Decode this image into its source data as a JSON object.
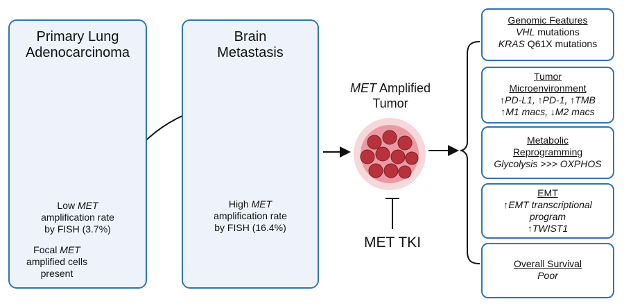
{
  "lung_panel": {
    "title_line1": "Primary Lung",
    "title_line2": "Adenocarcinoma",
    "rate_pre": "Low ",
    "rate_gene": "MET",
    "rate_post": " amplification rate",
    "rate_line3": "by FISH (3.7%)",
    "focal_pre": "Focal ",
    "focal_gene": "MET",
    "focal_line2": "amplified cells",
    "focal_line3": "present"
  },
  "brain_panel": {
    "title_line1": "Brain",
    "title_line2": "Metastasis",
    "rate_pre": "High ",
    "rate_gene": "MET",
    "rate_line2": "amplification rate",
    "rate_line3": "by FISH (16.4%)"
  },
  "center": {
    "gene": "MET",
    "title_rest": " Amplified",
    "title_line2": "Tumor",
    "inhibitor": "MET TKI"
  },
  "features": {
    "genomic": {
      "title": "Genomic Features",
      "line1_gene": "VHL",
      "line1_rest": " mutations",
      "line2_gene": "KRAS",
      "line2_rest": " Q61X mutations"
    },
    "tme": {
      "title_line1": "Tumor",
      "title_line2": "Microenvironment",
      "line1": "↑PD-L1, ↑PD-1, ↑TMB",
      "line2": "↑M1 macs, ↓M2 macs"
    },
    "metabolic": {
      "title_line1": "Metabolic",
      "title_line2": "Reprogramming",
      "line1": "Glycolysis >>> OXPHOS"
    },
    "emt": {
      "title": "EMT",
      "line1": "↑EMT transcriptional",
      "line2": "program",
      "line3": "↑TWIST1"
    },
    "survival": {
      "title": "Overall Survival",
      "line1": "Poor"
    }
  },
  "colors": {
    "border": "#2e74b5",
    "panel_fill": "#eef3fb",
    "tumor": "#b8323c",
    "lung": "#d98b95",
    "brain": "#d7a19c",
    "dna": "#3a6fa8"
  }
}
